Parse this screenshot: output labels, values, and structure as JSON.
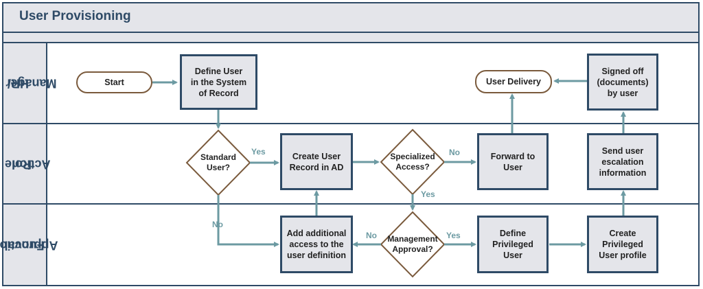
{
  "title": "User Provisioning",
  "lanes": [
    {
      "line1": "HR/",
      "line2": "Manager"
    },
    {
      "line1": "Role",
      "line2": "Action"
    },
    {
      "line1": "Function",
      "line2": "Approval"
    }
  ],
  "nodes": {
    "start": "Start",
    "define_user": [
      "Define User",
      "in the System",
      "of Record"
    ],
    "user_delivery": "User Delivery",
    "signed_off": [
      "Signed off",
      "(documents)",
      "by user"
    ],
    "standard_user": [
      "Standard",
      "User?"
    ],
    "create_user_record": [
      "Create User",
      "Record in AD"
    ],
    "specialized_access": [
      "Specialized",
      "Access?"
    ],
    "forward_to_user": [
      "Forward to",
      "User"
    ],
    "send_escalation": [
      "Send user",
      "escalation",
      "information"
    ],
    "add_access": [
      "Add additional",
      "access to the",
      "user definition"
    ],
    "management_approval": [
      "Management",
      "Approval?"
    ],
    "define_privileged": [
      "Define",
      "Privileged",
      "User"
    ],
    "create_privileged": [
      "Create",
      "Privileged",
      "User profile"
    ]
  },
  "edge_labels": {
    "standard_yes": "Yes",
    "standard_no": "No",
    "specialized_no": "No",
    "specialized_yes": "Yes",
    "management_no": "No",
    "management_yes": "Yes"
  },
  "colors": {
    "border": "#2e4a66",
    "header_bg": "#e4e5ea",
    "box_fill": "#e4e5ea",
    "arrow": "#6c9aa2",
    "decision_border": "#7a5a3c",
    "label": "#6c9aa2"
  }
}
